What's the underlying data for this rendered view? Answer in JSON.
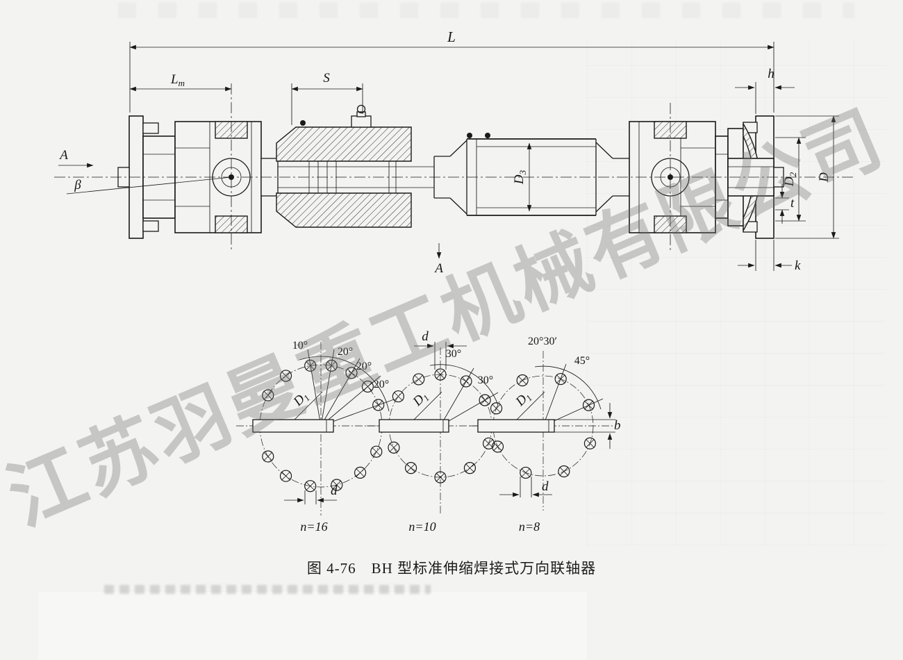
{
  "page": {
    "caption": "图 4-76　BH 型标准伸缩焊接式万向联轴器",
    "watermark": "江苏羽曼重工机械有限公司"
  },
  "main_drawing": {
    "dim_L": "L",
    "dim_Lm": {
      "base": "L",
      "sub": "m"
    },
    "dim_S": "S",
    "dim_h": "h",
    "dim_D": "D",
    "dim_D2": {
      "base": "D",
      "sub": "2"
    },
    "dim_D3": {
      "base": "D",
      "sub": "3"
    },
    "dim_t": "t",
    "dim_k": "k",
    "view_label": "A",
    "section_label": "A",
    "deflection_angle": "β"
  },
  "bolt_diagrams": [
    {
      "n_label": "n=16",
      "angle_labels": [
        "10°",
        "20°",
        "20°",
        "20°"
      ],
      "bolt_circle": {
        "base": "D",
        "sub": "1"
      },
      "hole_dia": "d",
      "hole_angles_deg": [
        100,
        80,
        60,
        40,
        20,
        -25,
        -50,
        -75,
        -100,
        -125,
        -150,
        125,
        150
      ]
    },
    {
      "n_label": "n=10",
      "angle_labels": [
        "30°",
        "30°"
      ],
      "bolt_circle": {
        "base": "D",
        "sub": "1"
      },
      "hole_dia": "d",
      "hole_angles_deg": [
        90,
        60,
        30,
        -20,
        -55,
        -90,
        -125,
        -155,
        115,
        145
      ]
    },
    {
      "n_label": "n=8",
      "angle_labels": [
        "20°30′",
        "45°"
      ],
      "bolt_circle": {
        "base": "D",
        "sub": "1"
      },
      "hole_dia": "d",
      "slot_width": "b",
      "hole_angles_deg": [
        69.5,
        24.5,
        -20.5,
        -65.5,
        -110.5,
        -155.5,
        114.5,
        159.5
      ]
    }
  ]
}
